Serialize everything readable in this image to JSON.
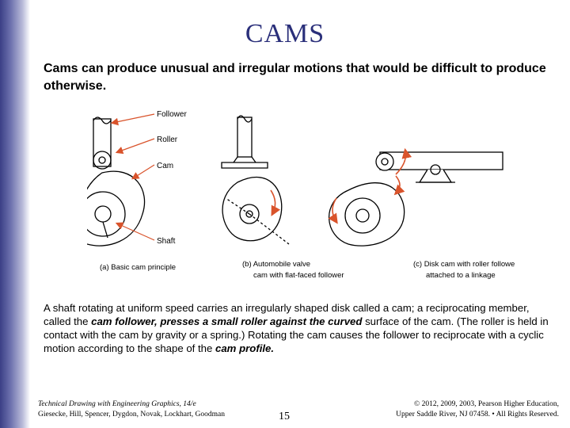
{
  "title": "CAMS",
  "intro": "Cams can produce unusual and irregular motions that would be difficult to produce otherwise.",
  "figure": {
    "labels": {
      "follower": "Follower",
      "roller": "Roller",
      "cam": "Cam",
      "shaft": "Shaft"
    },
    "captions": {
      "a": [
        "(a) Basic cam principle"
      ],
      "b": [
        "(b) Automobile valve",
        "cam with flat-faced follower"
      ],
      "c": [
        "(c) Disk cam with roller follower",
        "attached to a linkage"
      ]
    }
  },
  "body": {
    "t1": "A shaft rotating at uniform speed carries an irregularly shaped disk called a cam; a reciprocating member, called the ",
    "b1": "cam follower, presses a small roller against the curved",
    "t2": " surface of the cam. (The roller is held in contact with the cam by gravity or a spring.) Rotating the cam causes the follower to reciprocate with a cyclic motion according to the shape of the ",
    "b2": "cam profile.",
    "t3": ""
  },
  "footer": {
    "left_line1": "Technical Drawing with Engineering Graphics, 14/e",
    "left_line2": "Giesecke, Hill, Spencer, Dygdon, Novak, Lockhart, Goodman",
    "page": "15",
    "right_line1": "© 2012, 2009, 2003, Pearson Higher Education,",
    "right_line2": "Upper Saddle River, NJ 07458. • All Rights Reserved."
  },
  "colors": {
    "title": "#2a2f7a",
    "arrow": "#d9532b"
  }
}
